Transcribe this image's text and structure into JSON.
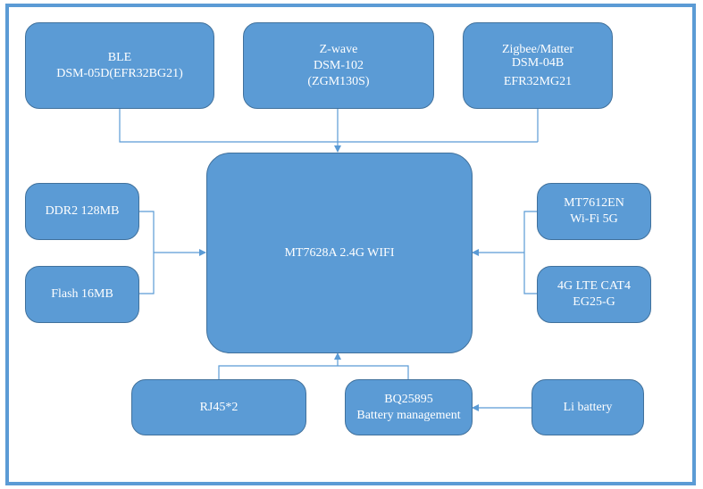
{
  "colors": {
    "block_fill": "#5b9bd5",
    "block_border": "#41719c",
    "block_text": "#ffffff",
    "wire": "#5b9bd5",
    "frame": "#5b9bd5"
  },
  "blocks": {
    "ble": {
      "line1": "BLE",
      "line2": "DSM-05D(EFR32BG21)"
    },
    "zwave": {
      "line1": "Z-wave",
      "line2": "DSM-102",
      "line3": "(ZGM130S)"
    },
    "zigbee": {
      "line1": "Zigbee/Matter",
      "line2": "DSM-04B",
      "line3": "EFR32MG21"
    },
    "ddr2": {
      "line1": "DDR2 128MB"
    },
    "flash": {
      "line1": "Flash 16MB"
    },
    "cpu": {
      "line1": "MT7628A 2.4G WIFI"
    },
    "mt7612": {
      "line1": "MT7612EN",
      "line2": "Wi-Fi 5G"
    },
    "lte": {
      "line1": "4G LTE CAT4",
      "line2": "EG25-G"
    },
    "rj45": {
      "line1": "RJ45*2"
    },
    "bq": {
      "line1": "BQ25895",
      "line2": "Battery management"
    },
    "li": {
      "line1": "Li battery"
    }
  }
}
